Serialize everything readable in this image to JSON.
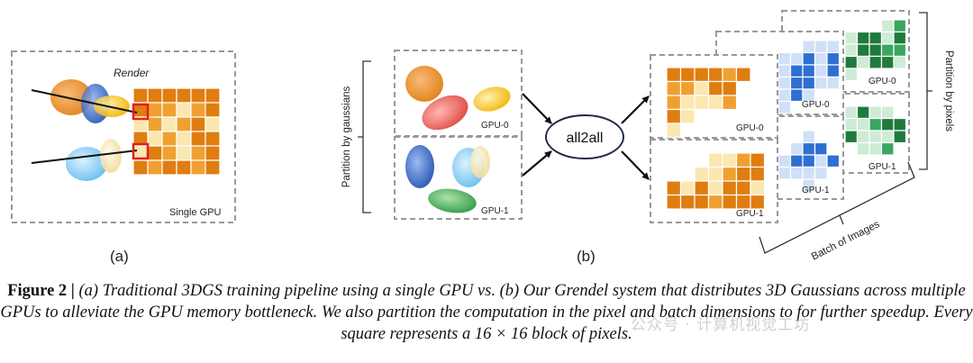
{
  "panel_a": {
    "render_label": "Render",
    "gpu_label": "Single GPU",
    "tag": "(a)"
  },
  "panel_b": {
    "partition_gaussians_label": "Partition by gaussians",
    "gpu0_label": "GPU-0",
    "gpu1_label": "GPU-1",
    "all2all_label": "all2all",
    "partition_pixels_label": "Partition by pixels",
    "batch_label": "Batch of Images",
    "tag": "(b)"
  },
  "caption": {
    "head": "Figure 2 |",
    "body": "(a) Traditional 3DGS training pipeline using a single GPU vs. (b) Our Grendel system that distributes 3D Gaussians across multiple GPUs to alleviate the GPU memory bottleneck. We also partition the computation in the pixel and batch dimensions to for further speedup. Every square represents a 16 × 16 block of pixels."
  },
  "watermark": "公众号 · 计算机视觉工坊",
  "colors": {
    "orange_dark": "#e07d10",
    "orange_mid": "#f0a030",
    "yellow_light": "#fbe7b0",
    "blue_dark": "#2f6fd1",
    "blue_light": "#cfe0f7",
    "green_dark": "#1f7a3c",
    "green_mid": "#3aa660",
    "green_light": "#cdebd5",
    "border_gray": "#999999",
    "highlight_red": "#e0201c"
  }
}
